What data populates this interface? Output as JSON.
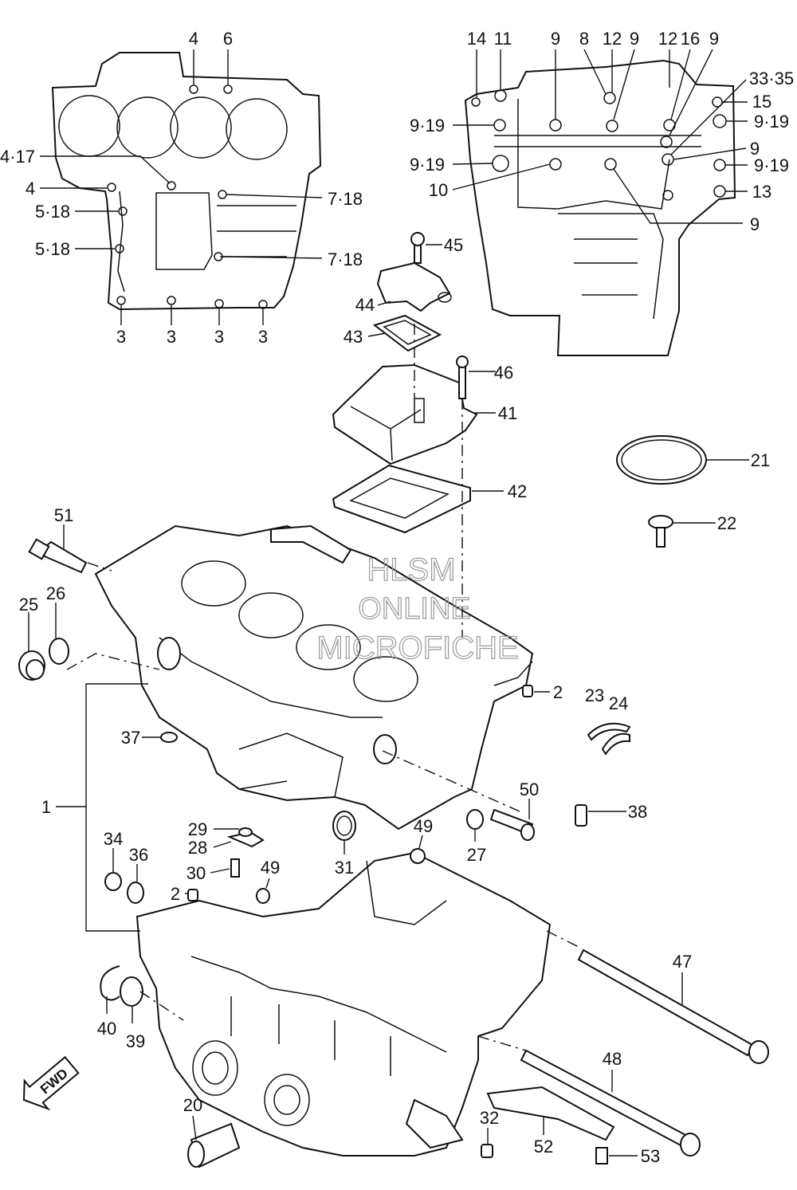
{
  "labels": {
    "l4_top": "4",
    "l6_top": "6",
    "l4_17": "4·17",
    "l4_left": "4",
    "l5_18_a": "5·18",
    "l5_18_b": "5·18",
    "l7_18_a": "7·18",
    "l7_18_b": "7·18",
    "l3_a": "3",
    "l3_b": "3",
    "l3_c": "3",
    "l3_d": "3",
    "l14": "14",
    "l11": "11",
    "l9_a": "9",
    "l8": "8",
    "l12_a": "12",
    "l9_b": "9",
    "l12_b": "12",
    "l16": "16",
    "l9_c": "9",
    "l33_35": "33·35",
    "l15": "15",
    "l9_19_r1": "9·19",
    "l9_19_l1": "9·19",
    "l9_19_l2": "9·19",
    "l9_d": "9",
    "l9_19_r2": "9·19",
    "l10": "10",
    "l13": "13",
    "l9_e": "9",
    "l45": "45",
    "l44": "44",
    "l43": "43",
    "l46": "46",
    "l41": "41",
    "l42": "42",
    "l21": "21",
    "l22": "22",
    "l51": "51",
    "l25": "25",
    "l26": "26",
    "l2_a": "2",
    "l23": "23",
    "l24": "24",
    "l37": "37",
    "l1": "1",
    "l50": "50",
    "l38": "38",
    "l29": "29",
    "l28": "28",
    "l49_a": "49",
    "l27": "27",
    "l34": "34",
    "l36": "36",
    "l30": "30",
    "l31": "31",
    "l49_b": "49",
    "l2_b": "2",
    "l47": "47",
    "l40": "40",
    "l39": "39",
    "l48": "48",
    "l20": "20",
    "l32": "32",
    "l52": "52",
    "l53": "53"
  },
  "watermark": {
    "line1": "HLSM",
    "line2": "ONLINE",
    "line3": "MICROFICHE"
  },
  "fwd_badge": "FWD"
}
